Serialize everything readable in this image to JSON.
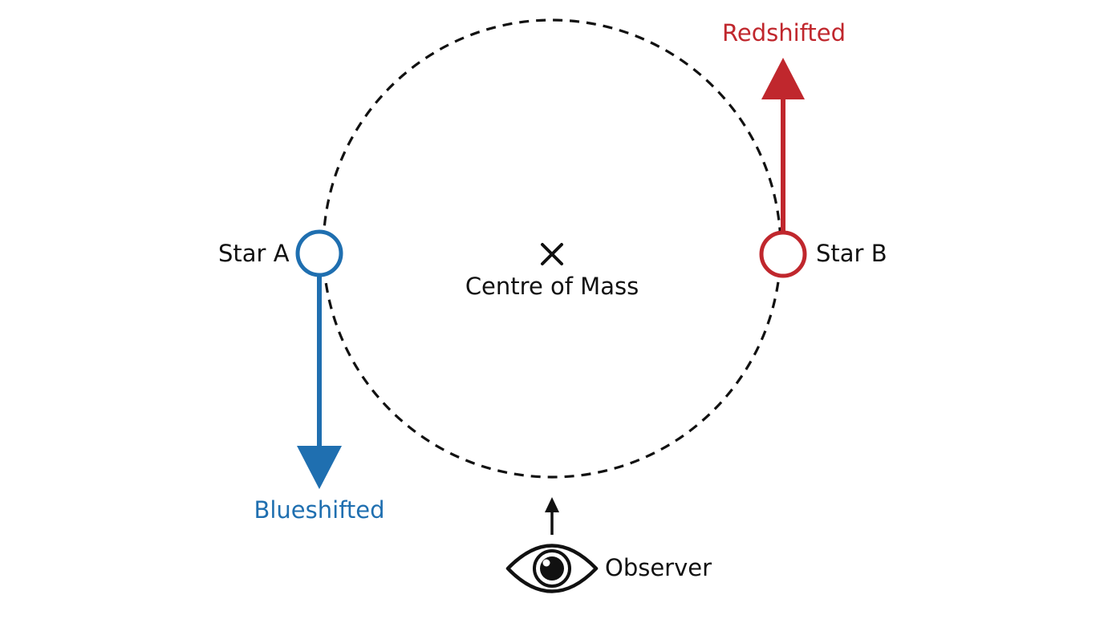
{
  "labels": {
    "star_a": "Star A",
    "star_b": "Star B",
    "centre": "Centre of Mass",
    "redshift": "Redshifted",
    "blueshift": "Blueshifted",
    "observer": "Observer"
  },
  "colors": {
    "orbit": "#111111",
    "star_a": "#1f6fb0",
    "star_b": "#c0272d",
    "text": "#111111"
  },
  "icons": {
    "centre_marker": "cross-mark",
    "observer": "eye-icon"
  }
}
